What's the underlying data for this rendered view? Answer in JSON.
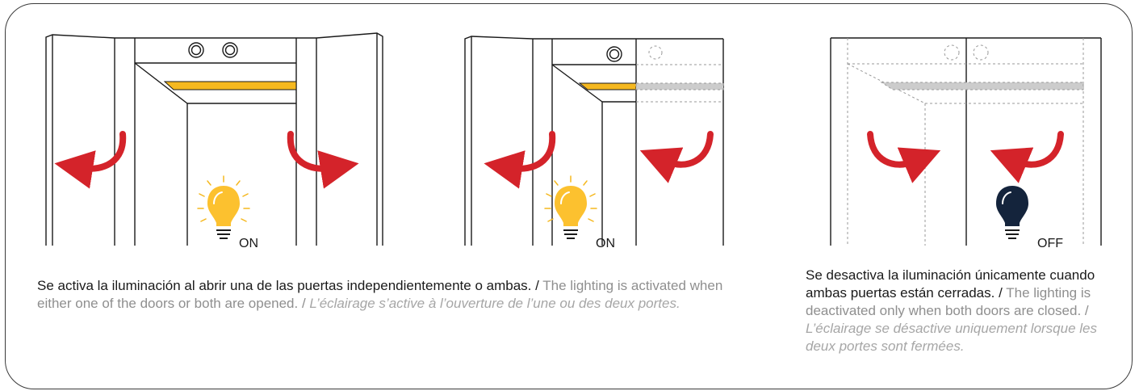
{
  "scenes": [
    {
      "id": "both-open",
      "status_label": "ON",
      "bulb_state": "on"
    },
    {
      "id": "one-open",
      "status_label": "ON",
      "bulb_state": "on"
    },
    {
      "id": "both-closed",
      "status_label": "OFF",
      "bulb_state": "off"
    }
  ],
  "captions": {
    "open": {
      "es": "Se activa la iluminación al abrir una de las puertas independientemente o ambas.",
      "sep1": " / ",
      "en": "The lighting is activated when either one of the doors or both are opened.",
      "sep2": " / ",
      "fr": "L’éclairage s’active à l’ouverture de l’une ou des deux portes."
    },
    "closed": {
      "es": "Se desactiva la iluminación únicamente cuando ambas puertas están cerradas.",
      "sep1": " / ",
      "en": "The lighting is deactivated only when both doors are closed.",
      "sep2": " / ",
      "fr": "L’éclairage se désactive uniquement lorsque les deux portes sont fermées."
    }
  },
  "colors": {
    "arrow": "#d4232a",
    "led_on": "#f5b81f",
    "led_off": "#cccccc",
    "bulb_on": "#fcc12f",
    "bulb_off": "#14243c",
    "line": "#1a1a1a"
  }
}
